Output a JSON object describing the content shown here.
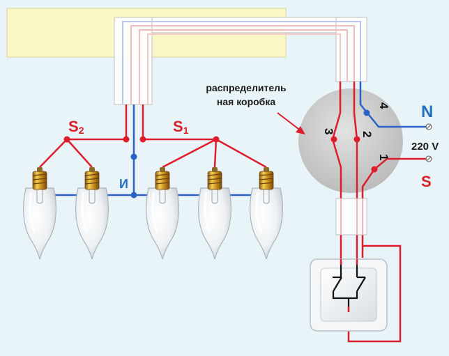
{
  "labels": {
    "junction_box": [
      "распределитель",
      "ная коробка"
    ],
    "group_s2_letter": "S",
    "group_s2_sub": "2",
    "group_s1_letter": "S",
    "group_s1_sub": "1",
    "neutral_bus": "И",
    "terminal_1": "1",
    "terminal_2": "2",
    "terminal_3": "3",
    "terminal_4": "4",
    "neutral": "N",
    "voltage": "220 V",
    "phase": "S"
  },
  "colors": {
    "phase_wire": "#dc1e2c",
    "neutral_wire": "#2a62c8",
    "label_red": "#d8202a",
    "label_blue": "#1f6fc2",
    "background": "#e9f4f8",
    "wall_panel": "#fbf8c8"
  },
  "icons": [
    "light-bulb-icon",
    "double-switch-icon",
    "junction-box-icon",
    "arrow-icon"
  ]
}
